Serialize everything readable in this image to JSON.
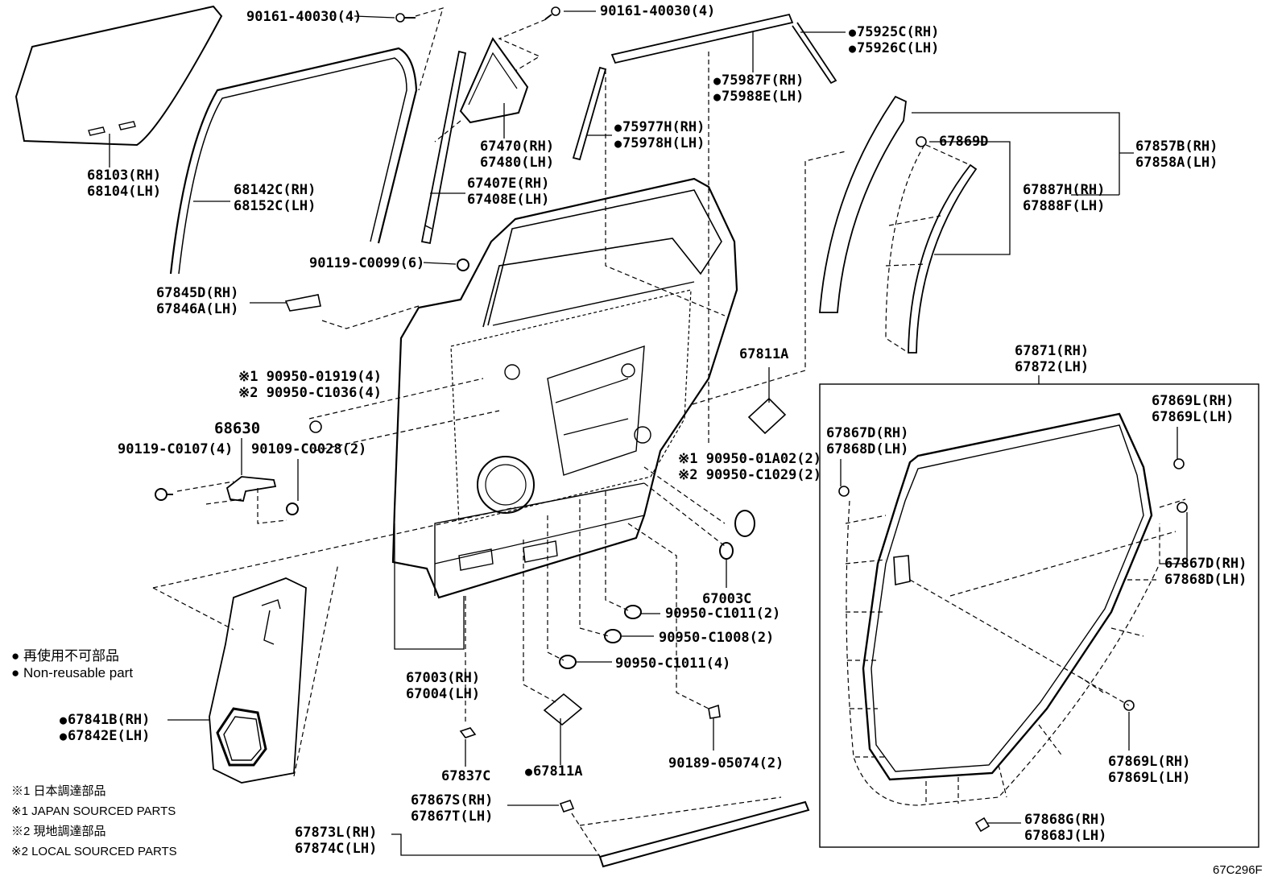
{
  "labels": {
    "g1": {
      "a": "90161-40030(4)"
    },
    "g2": {
      "a": "90161-40030(4)"
    },
    "g3": {
      "a": "75925C(RH)",
      "b": "75926C(LH)"
    },
    "g4": {
      "a": "75987F(RH)",
      "b": "75988E(LH)"
    },
    "g5": {
      "a": "75977H(RH)",
      "b": "75978H(LH)"
    },
    "g6": {
      "a": "67470(RH)",
      "b": "67480(LH)"
    },
    "g7": {
      "a": "67407E(RH)",
      "b": "67408E(LH)"
    },
    "g8": {
      "a": "68103(RH)",
      "b": "68104(LH)"
    },
    "g9": {
      "a": "68142C(RH)",
      "b": "68152C(LH)"
    },
    "g10": {
      "a": "90119-C0099(6)"
    },
    "g11": {
      "a": "67845D(RH)",
      "b": "67846A(LH)"
    },
    "g12": {
      "a": "67869D"
    },
    "g13": {
      "a": "67857B(RH)",
      "b": "67858A(LH)"
    },
    "g14": {
      "a": "67887H(RH)",
      "b": "67888F(LH)"
    },
    "g15": {
      "a": "67811A"
    },
    "g16": {
      "a": "※1 90950-01919(4)",
      "b": "※2 90950-C1036(4)"
    },
    "g17": {
      "a": "68630"
    },
    "g18": {
      "a": "90119-C0107(4)"
    },
    "g19": {
      "a": "90109-C0028(2)"
    },
    "g20": {
      "a": "※1 90950-01A02(2)",
      "b": "※2 90950-C1029(2)"
    },
    "g21": {
      "a": "67871(RH)",
      "b": "67872(LH)"
    },
    "g22": {
      "a": "67869L(RH)",
      "b": "67869L(LH)"
    },
    "g23": {
      "a": "67867D(RH)",
      "b": "67868D(LH)"
    },
    "g24": {
      "a": "67867D(RH)",
      "b": "67868D(LH)"
    },
    "g25": {
      "a": "67003C"
    },
    "g26": {
      "a": "90950-C1011(2)"
    },
    "g27": {
      "a": "90950-C1008(2)"
    },
    "g28": {
      "a": "90950-C1011(4)"
    },
    "g29": {
      "a": "67003(RH)",
      "b": "67004(LH)"
    },
    "g30": {
      "a": "67841B(RH)",
      "b": "67842E(LH)"
    },
    "g31": {
      "a": "67837C"
    },
    "g32": {
      "a": "67811A"
    },
    "g33": {
      "a": "90189-05074(2)"
    },
    "g34": {
      "a": "67869L(RH)",
      "b": "67869L(LH)"
    },
    "g35": {
      "a": "67867S(RH)",
      "b": "67867T(LH)"
    },
    "g36": {
      "a": "67873L(RH)",
      "b": "67874C(LH)"
    },
    "g37": {
      "a": "67868G(RH)",
      "b": "67868J(LH)"
    }
  },
  "notes": {
    "nr_jp": "● 再使用不可部品",
    "nr_en": "● Non-reusable part"
  },
  "legend": {
    "l1": "※1  日本調達部品",
    "l2": "※1  JAPAN SOURCED PARTS",
    "l3": "※2  現地調達部品",
    "l4": "※2  LOCAL SOURCED PARTS"
  },
  "diagram_code": "67C296F"
}
